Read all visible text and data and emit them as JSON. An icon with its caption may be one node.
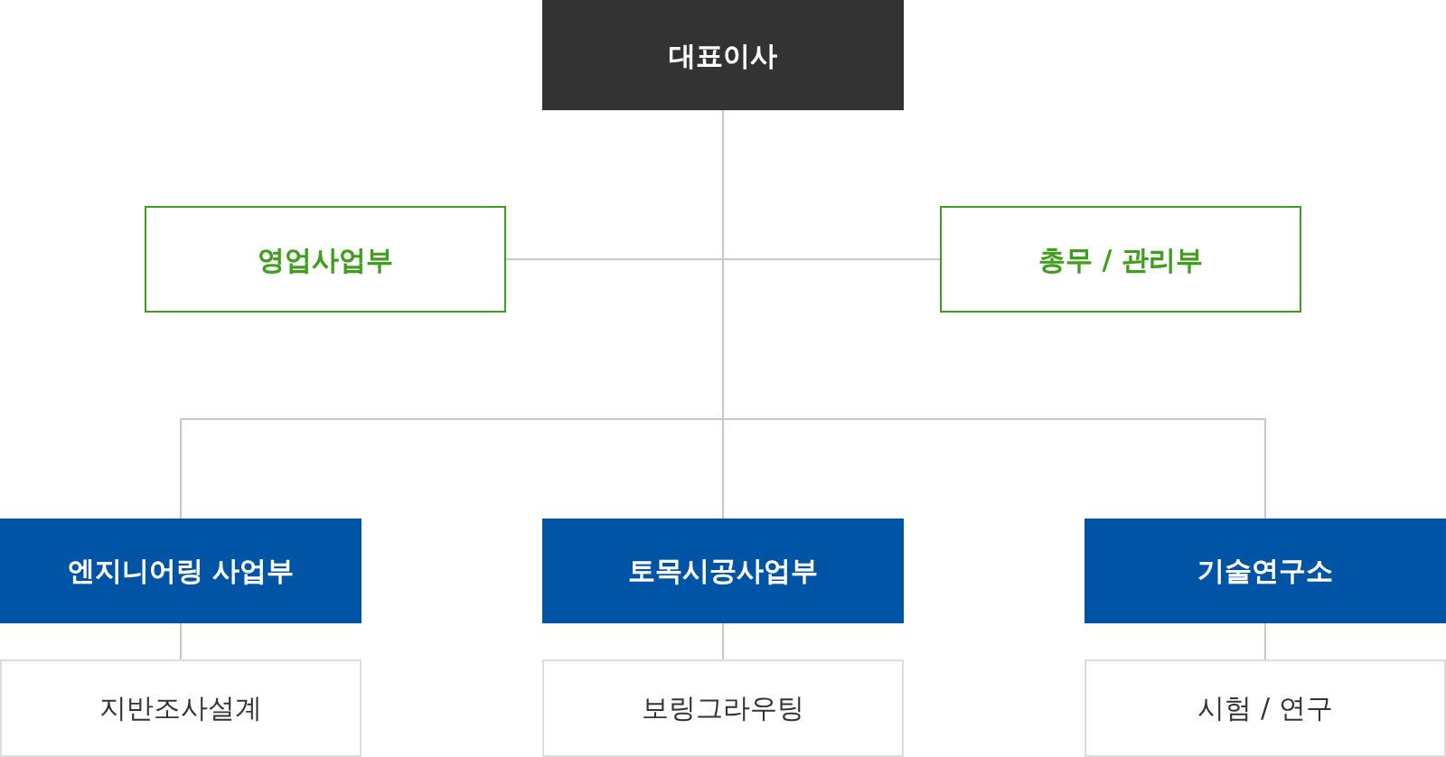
{
  "diagram": {
    "nodes": [
      {
        "text": [
          "대표이사"
        ]
      },
      {
        "text": [
          "영업사업부"
        ]
      },
      {
        "text": [
          "총무 / 관리부"
        ]
      },
      {
        "text": [
          "엔지니어링 사업부"
        ]
      },
      {
        "text": [
          "토목시공사업부"
        ]
      },
      {
        "text": [
          "기술연구소"
        ]
      },
      {
        "text": [
          "지반조사설계"
        ]
      },
      {
        "text": [
          "보링그라우팅"
        ]
      },
      {
        "text": [
          "시험 / 연구"
        ]
      }
    ],
    "edges": [
      {
        "from": 0,
        "to": 1,
        "arrow": "none"
      },
      {
        "from": 0,
        "to": 2,
        "arrow": "none"
      },
      {
        "from": 0,
        "to": 3,
        "arrow": "none"
      },
      {
        "from": 0,
        "to": 4,
        "arrow": "none"
      },
      {
        "from": 0,
        "to": 5,
        "arrow": "none"
      },
      {
        "from": 3,
        "to": 6,
        "arrow": "none"
      },
      {
        "from": 4,
        "to": 7,
        "arrow": "none"
      },
      {
        "from": 5,
        "to": 8,
        "arrow": "none"
      }
    ]
  }
}
